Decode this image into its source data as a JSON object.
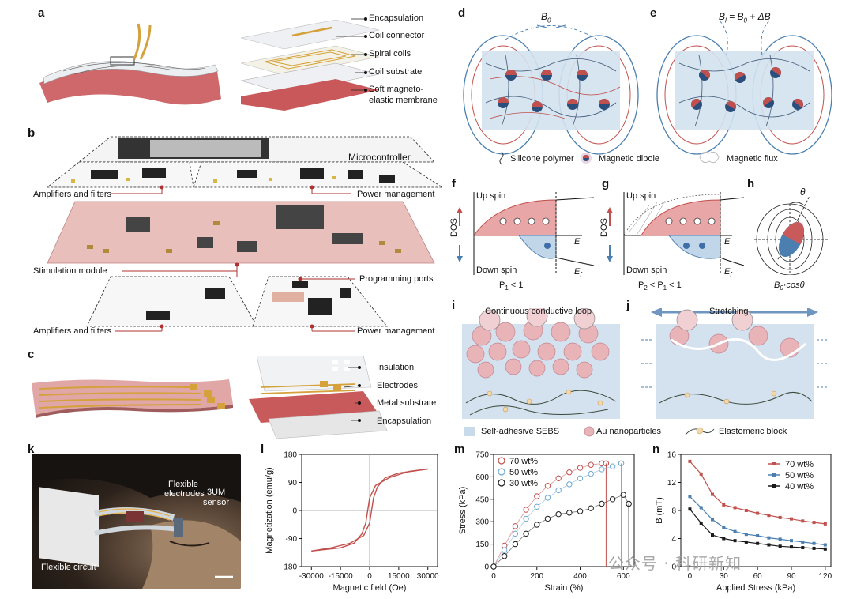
{
  "panels": {
    "a": "a",
    "b": "b",
    "c": "c",
    "d": "d",
    "e": "e",
    "f": "f",
    "g": "g",
    "h": "h",
    "i": "i",
    "j": "j",
    "k": "k",
    "l": "l",
    "m": "m",
    "n": "n"
  },
  "a": {
    "layers": [
      "Encapsulation",
      "Coil connector",
      "Spiral coils",
      "Coil substrate",
      "Soft magneto-",
      "elastic membrane"
    ]
  },
  "b": {
    "microcontroller": "Microcontroller",
    "amp1": "Amplifiers and filters",
    "power1": "Power management",
    "stim": "Stimulation module",
    "prog": "Programming ports",
    "amp2": "Amplifiers and filters",
    "power2": "Power management"
  },
  "c": {
    "layers": [
      "Insulation",
      "Electrodes",
      "Metal substrate",
      "Encapsulation"
    ]
  },
  "d": {
    "field": "B",
    "field_sub": "0"
  },
  "e": {
    "field_pre": "B",
    "field_pre_sub": "l",
    "field_mid": " = B",
    "field_mid_sub": "0",
    "field_post": " + ΔB"
  },
  "de_legend": {
    "polymer": "Silicone polymer",
    "dipole": "Magnetic dipole",
    "flux": "Magnetic flux"
  },
  "f": {
    "up": "Up spin",
    "down": "Down spin",
    "dos": "DOS",
    "e": "E",
    "ef": "E",
    "ef_sub": "f",
    "cond": "P",
    "cond_sub": "1",
    "cond_post": " < 1"
  },
  "g": {
    "up": "Up spin",
    "down": "Down spin",
    "dos": "DOS",
    "e": "E",
    "ef": "E",
    "ef_sub": "f",
    "cond": "P",
    "cond_sub": "2",
    "cond_mid": " < P",
    "cond_sub2": "1",
    "cond_post": " < 1"
  },
  "h": {
    "theta": "θ",
    "formula": "B",
    "formula_sub": "0",
    "formula_post": "·cosθ"
  },
  "i": {
    "title": "Continuous conductive loop"
  },
  "j": {
    "title": "Stretching"
  },
  "ij_legend": {
    "sebs": "Self-adhesive SEBS",
    "au": "Au nanoparticles",
    "elastomer": "Elastomeric block"
  },
  "k": {
    "electrodes": "Flexible",
    "electrodes2": "electrodes",
    "sensor": "3UM",
    "sensor2": "sensor",
    "circuit": "Flexible circuit"
  },
  "colors": {
    "red": "#c0504d",
    "blue": "#4a7fb0",
    "black": "#1a1a1a",
    "pink": "#e8b4b0",
    "lightblue": "#c9daea"
  },
  "watermark": "公众号 · 科研新知",
  "chart_data": [
    {
      "id": "l",
      "type": "line",
      "xlabel": "Magnetic field (Oe)",
      "ylabel": "Magnetization (emu/g)",
      "xlim": [
        -35000,
        35000
      ],
      "ylim": [
        -180,
        180
      ],
      "xticks": [
        -30000,
        -15000,
        0,
        15000,
        30000
      ],
      "yticks": [
        -180,
        -90,
        0,
        90,
        180
      ],
      "series": [
        {
          "x": [
            -30000,
            -20000,
            -10000,
            -3000,
            0,
            2000,
            4000,
            8000,
            15000,
            30000
          ],
          "values": [
            -130,
            -120,
            -105,
            -80,
            -40,
            40,
            75,
            105,
            120,
            133
          ]
        },
        {
          "x": [
            30000,
            20000,
            10000,
            3000,
            0,
            -2000,
            -4000,
            -8000,
            -15000,
            -30000
          ],
          "values": [
            133,
            125,
            105,
            80,
            40,
            -40,
            -75,
            -105,
            -120,
            -130
          ]
        }
      ]
    },
    {
      "id": "m",
      "type": "scatter",
      "xlabel": "Strain (%)",
      "ylabel": "Stress (kPa)",
      "xlim": [
        0,
        650
      ],
      "ylim": [
        0,
        750
      ],
      "xticks": [
        0,
        200,
        400,
        600
      ],
      "yticks": [
        0,
        150,
        300,
        450,
        600,
        750
      ],
      "series": [
        {
          "name": "70 wt%",
          "x": [
            0,
            50,
            100,
            150,
            200,
            250,
            300,
            350,
            400,
            450,
            500,
            520
          ],
          "values": [
            0,
            140,
            270,
            380,
            470,
            540,
            590,
            630,
            660,
            680,
            690,
            690
          ]
        },
        {
          "name": "50 wt%",
          "x": [
            0,
            50,
            100,
            150,
            200,
            250,
            300,
            350,
            400,
            450,
            500,
            550,
            590
          ],
          "values": [
            0,
            110,
            220,
            320,
            400,
            460,
            510,
            550,
            590,
            620,
            650,
            670,
            690
          ]
        },
        {
          "name": "30 wt%",
          "x": [
            0,
            50,
            100,
            150,
            200,
            250,
            300,
            350,
            400,
            450,
            500,
            550,
            600,
            625
          ],
          "values": [
            0,
            70,
            150,
            220,
            280,
            320,
            350,
            360,
            370,
            390,
            420,
            450,
            480,
            420
          ]
        }
      ]
    },
    {
      "id": "n",
      "type": "line",
      "xlabel": "Applied Stress (kPa)",
      "ylabel": "B (mT)",
      "xlim": [
        -8,
        125
      ],
      "ylim": [
        0,
        16
      ],
      "xticks": [
        0,
        30,
        60,
        90,
        120
      ],
      "yticks": [
        0,
        4,
        8,
        12,
        16
      ],
      "series": [
        {
          "name": "70 wt%",
          "x": [
            0,
            10,
            20,
            30,
            40,
            50,
            60,
            70,
            80,
            90,
            100,
            110,
            120
          ],
          "values": [
            15,
            13.2,
            10.3,
            8.8,
            8.4,
            8.0,
            7.6,
            7.3,
            7.0,
            6.8,
            6.5,
            6.3,
            6.1
          ]
        },
        {
          "name": "50 wt%",
          "x": [
            0,
            10,
            20,
            30,
            40,
            50,
            60,
            70,
            80,
            90,
            100,
            110,
            120
          ],
          "values": [
            10,
            8.4,
            6.7,
            5.6,
            5.0,
            4.6,
            4.4,
            4.1,
            3.9,
            3.7,
            3.5,
            3.3,
            3.1
          ]
        },
        {
          "name": "40 wt%",
          "x": [
            0,
            10,
            20,
            30,
            40,
            50,
            60,
            70,
            80,
            90,
            100,
            110,
            120
          ],
          "values": [
            8.2,
            6.2,
            4.5,
            4.0,
            3.7,
            3.5,
            3.3,
            3.1,
            2.9,
            2.8,
            2.7,
            2.6,
            2.5
          ]
        }
      ]
    }
  ]
}
